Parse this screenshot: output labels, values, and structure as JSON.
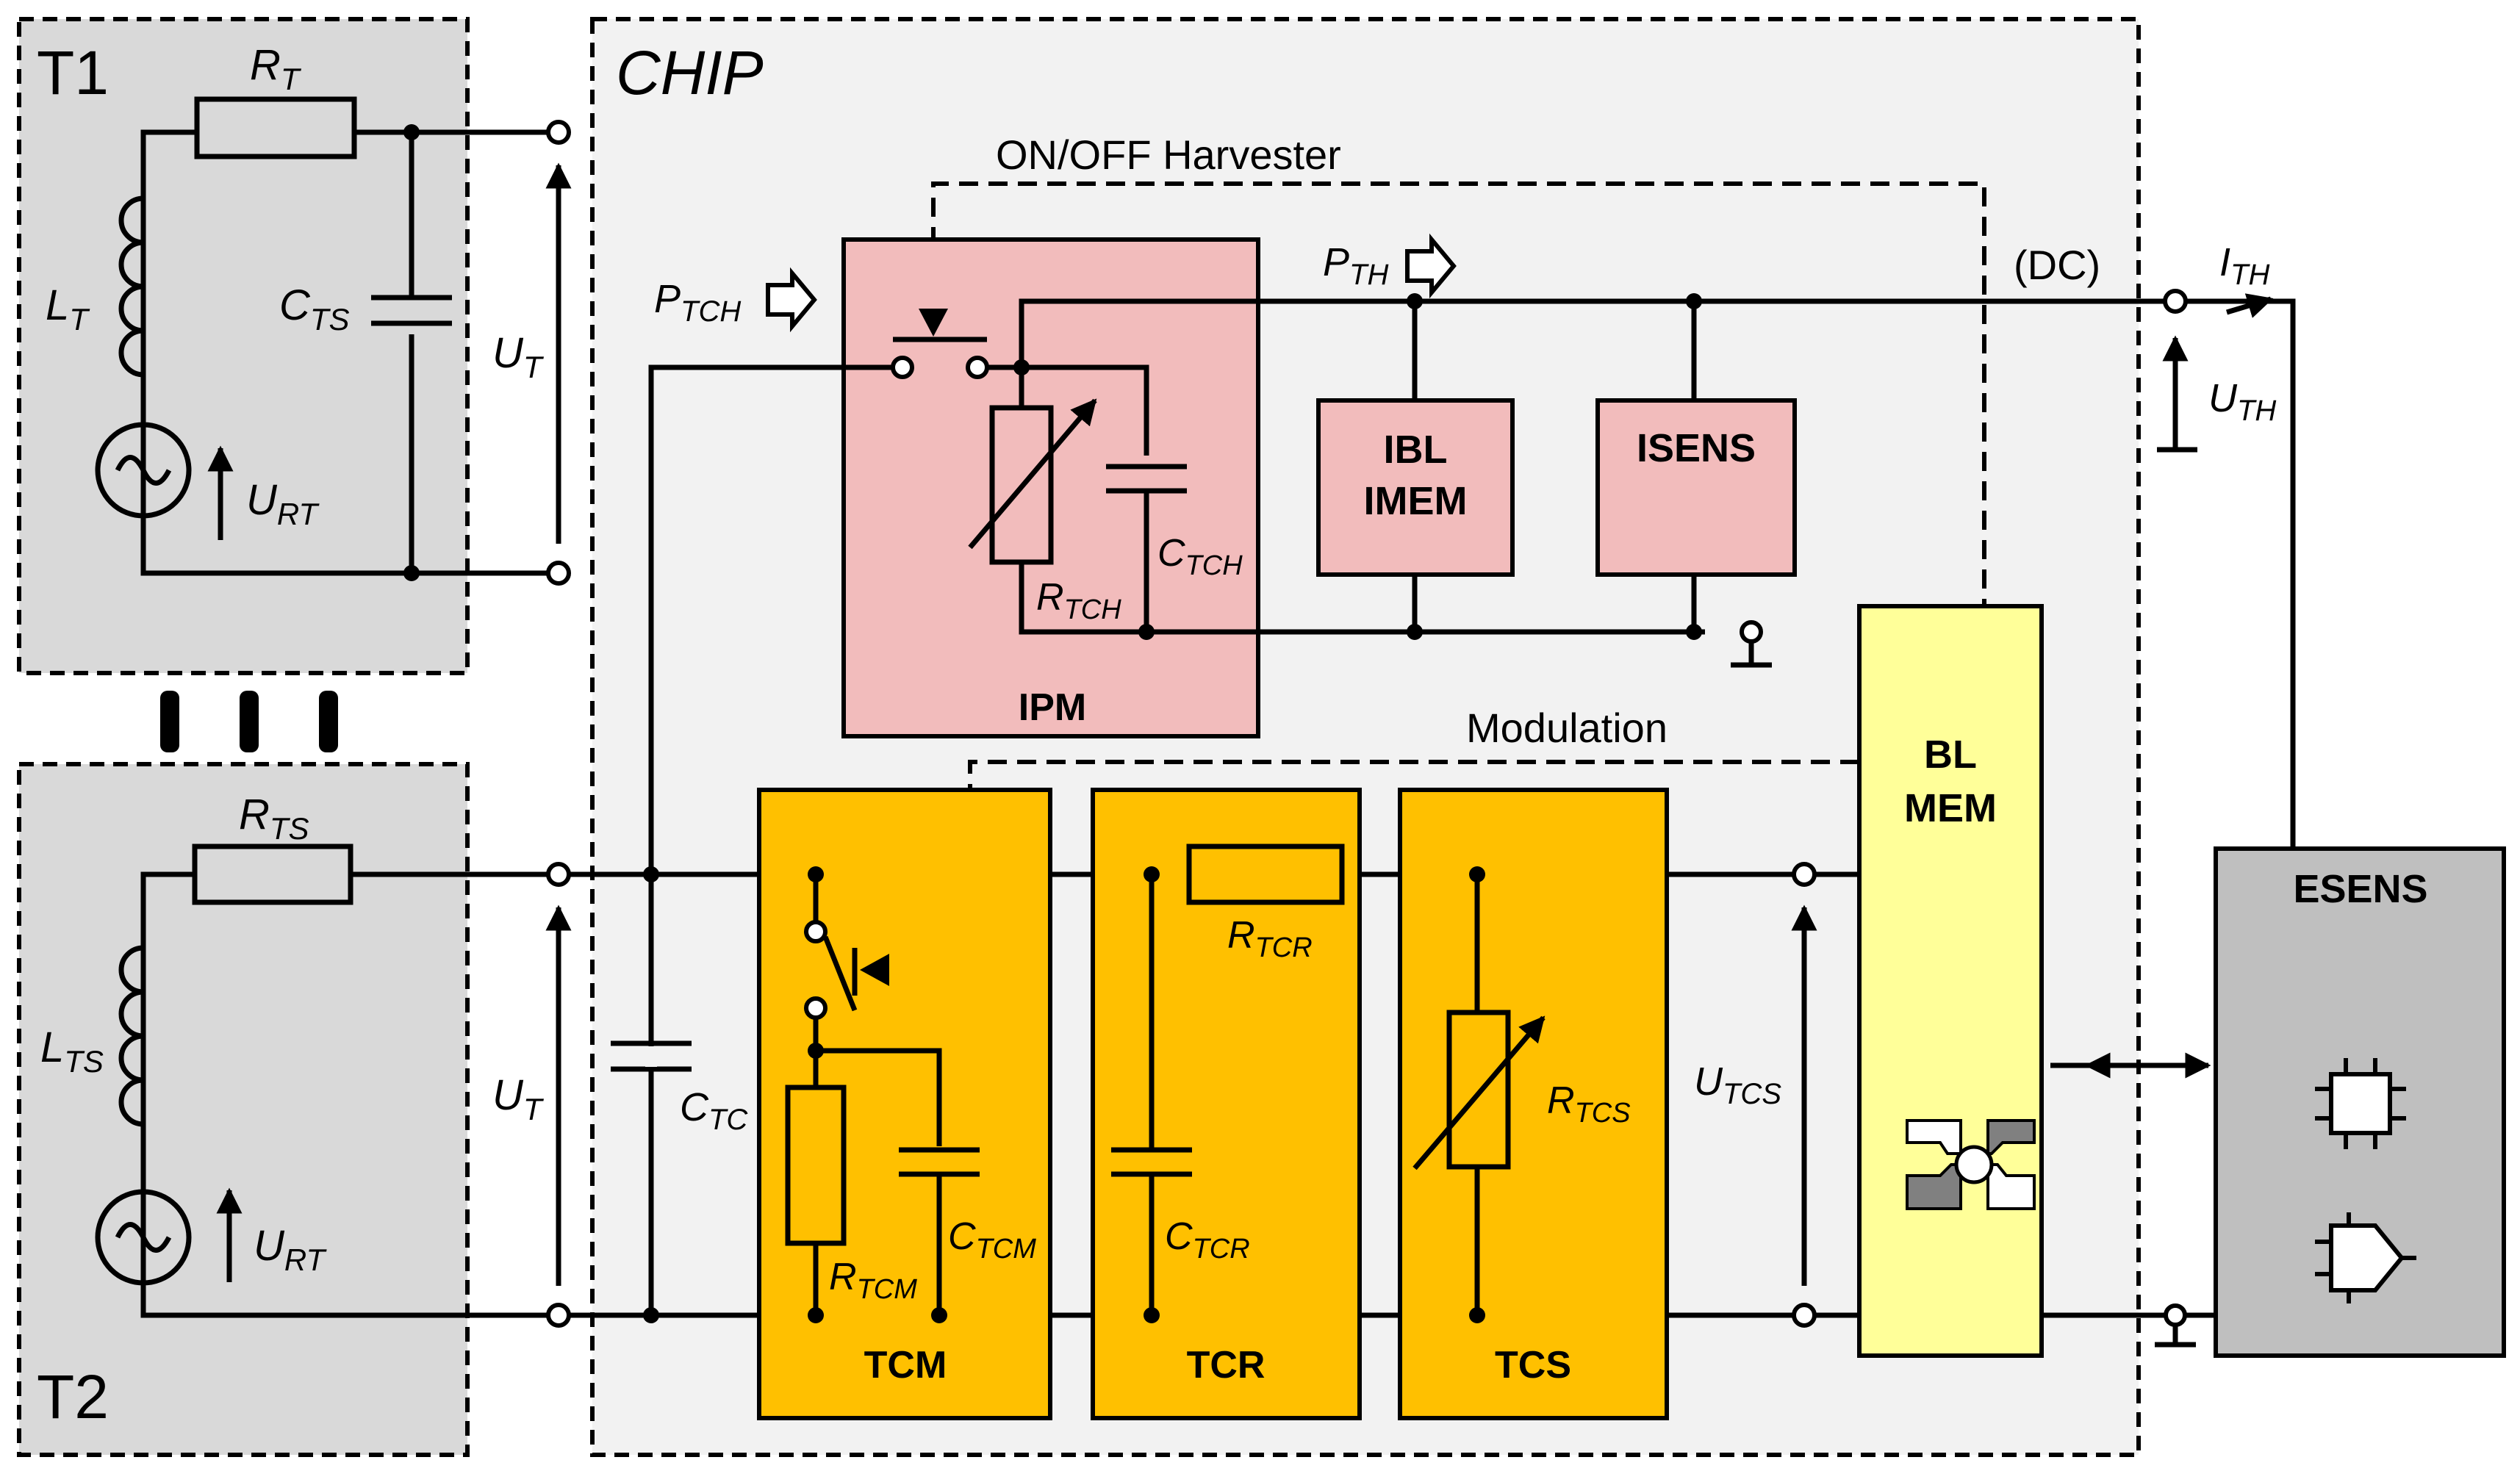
{
  "title": "",
  "colors": {
    "transponder_bg": "#d9d9d9",
    "chip_bg": "#f2f2f2",
    "power_block": "#f2bcbc",
    "tank_block": "#ffc000",
    "mem_block": "#ffff99",
    "esens_block": "#bfbfbf"
  },
  "transponders": {
    "t1": {
      "label": "T1",
      "r": "R",
      "r_sub": "T",
      "l": "L",
      "l_sub": "T",
      "c": "C",
      "c_sub": "TS",
      "u": "U",
      "u_sub": "RT"
    },
    "t2": {
      "label": "T2",
      "r": "R",
      "r_sub": "TS",
      "l": "L",
      "l_sub": "TS",
      "u": "U",
      "u_sub": "RT"
    },
    "ellipsis_icon": "vertical-bars-ellipsis"
  },
  "chip": {
    "label": "CHIP",
    "harvester_label": "ON/OFF Harvester",
    "modulation_label": "Modulation",
    "dc_label": "(DC)",
    "ut_top": {
      "main": "U",
      "sub": "T"
    },
    "ut_bottom": {
      "main": "U",
      "sub": "T"
    },
    "ptch": {
      "main": "P",
      "sub": "TCH"
    },
    "pth": {
      "main": "P",
      "sub": "TH"
    },
    "ith": {
      "main": "I",
      "sub": "TH"
    },
    "uth": {
      "main": "U",
      "sub": "TH"
    },
    "ctc": {
      "main": "C",
      "sub": "TC"
    },
    "utcs": {
      "main": "U",
      "sub": "TCS"
    }
  },
  "blocks": {
    "ipm": {
      "label": "IPM",
      "r": "R",
      "r_sub": "TCH",
      "c": "C",
      "c_sub": "TCH"
    },
    "ibl": {
      "line1": "IBL",
      "line2": "IMEM"
    },
    "isens": {
      "label": "ISENS"
    },
    "tcm": {
      "label": "TCM",
      "r": "R",
      "r_sub": "TCM",
      "c": "C",
      "c_sub": "TCM"
    },
    "tcr": {
      "label": "TCR",
      "r": "R",
      "r_sub": "TCR",
      "c": "C",
      "c_sub": "TCR"
    },
    "tcs": {
      "label": "TCS",
      "r": "R",
      "r_sub": "TCS"
    },
    "blmem": {
      "line1": "BL",
      "line2": "MEM",
      "icon": "memory-blocks-icon"
    },
    "esens": {
      "label": "ESENS",
      "icons": [
        "chip-icon",
        "adc-icon"
      ]
    }
  }
}
